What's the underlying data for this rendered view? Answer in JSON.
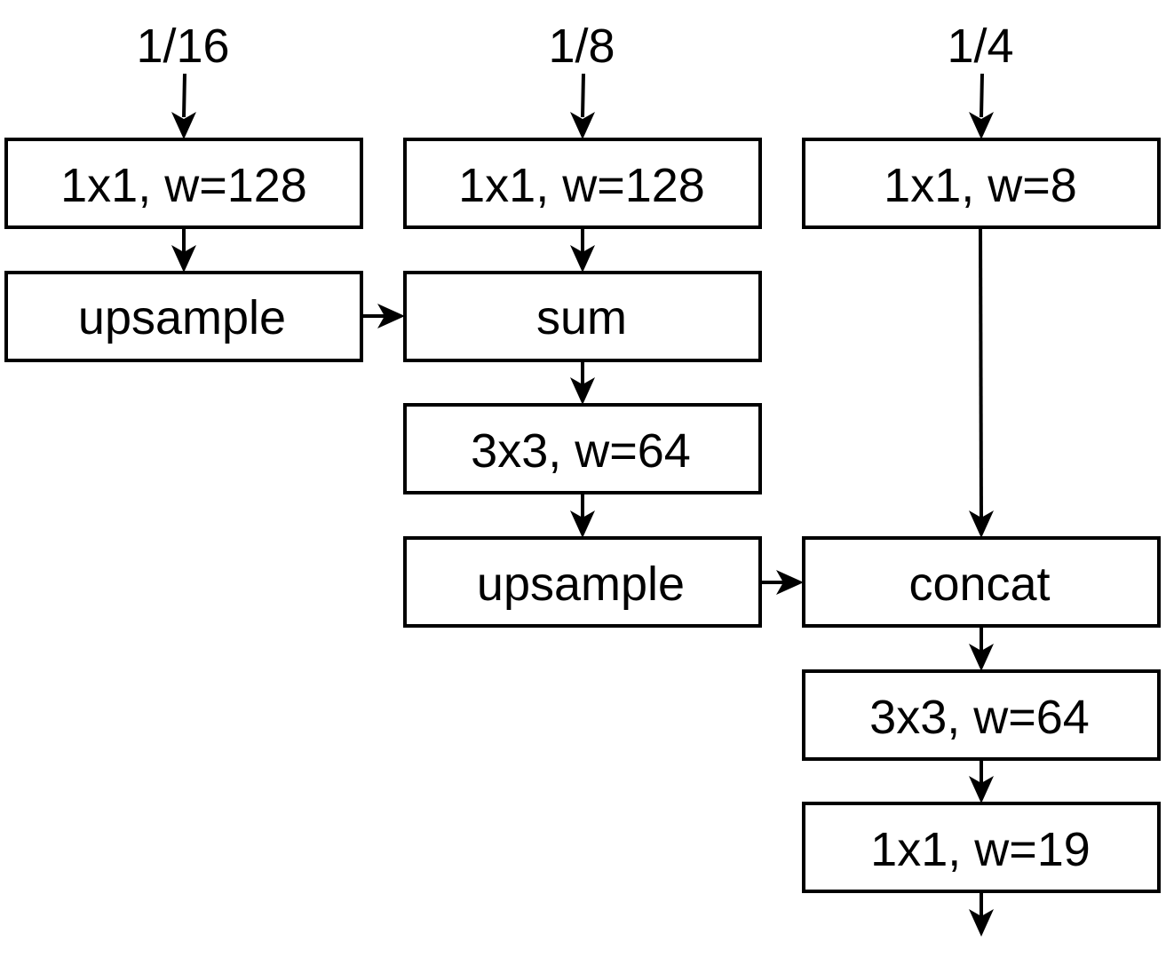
{
  "inputs": {
    "scale_16": "1/16",
    "scale_8": "1/8",
    "scale_4": "1/4"
  },
  "nodes": {
    "col1_conv": "1x1, w=128",
    "col1_upsample": "upsample",
    "col2_conv": "1x1, w=128",
    "col2_sum": "sum",
    "col2_conv3": "3x3, w=64",
    "col2_upsample": "upsample",
    "col3_conv": "1x1, w=8",
    "col3_concat": "concat",
    "col3_conv3": "3x3, w=64",
    "col3_out_conv": "1x1, w=19"
  },
  "colors": {
    "stroke": "#000000",
    "fill": "#ffffff",
    "text": "#000000"
  }
}
